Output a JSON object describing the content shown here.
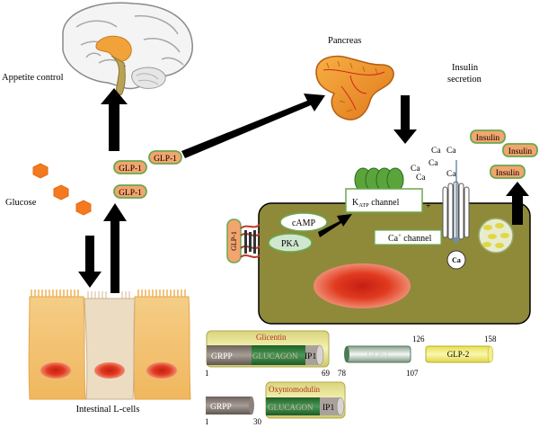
{
  "labels": {
    "appetite_control": "Appetite control",
    "pancreas": "Pancreas",
    "insulin_secretion_line1": "Insulin",
    "insulin_secretion_line2": "secretion",
    "glucose": "Glucose",
    "intestinal_l_cells": "Intestinal L-cells"
  },
  "glp1_badges": [
    "GLP-1",
    "GLP-1",
    "GLP-1"
  ],
  "insulin_badges": [
    "Insulin",
    "Insulin",
    "Insulin"
  ],
  "ca_ions": [
    "Ca",
    "Ca",
    "Ca",
    "Ca",
    "Ca",
    "Ca"
  ],
  "beta_cell": {
    "receptor_label": "GLP-1",
    "camp": "cAMP",
    "pka": "PKA",
    "katp_prefix": "K",
    "katp_sub": "ATP",
    "katp_suffix": " channel",
    "plus": "+",
    "ca_channel_prefix": "Ca",
    "ca_channel_sup": "+",
    "ca_channel_suffix": " channel",
    "ca_bubble": "Ca"
  },
  "proglucagon": {
    "glicentin": "Glicentin",
    "grpp": "GRPP",
    "glucagon": "GLUCAGON",
    "ip1": "IP1",
    "num_1": "1",
    "num_69": "69",
    "glp1_segment": "GLP-1",
    "num_78": "78",
    "num_107": "107",
    "num_126": "126",
    "glp2": "GLP-2",
    "num_158": "158",
    "oxyntomodulin": "Oxyntomodulin",
    "grpp2": "GRPP",
    "glucagon2": "GLUCAGON",
    "ip1_2": "IP1",
    "num_1b": "1",
    "num_30": "30"
  },
  "colors": {
    "beta_cell_fill": "#8e8a3a",
    "nucleus": "#e13a1f",
    "glp1_badge": "#f3a56f",
    "badge_border": "#6aa84f",
    "hexagon": "#f47a20",
    "arrow": "#000000",
    "glicentin_bar": "#e6e39a",
    "glp2_bar": "#f2ea6a",
    "glucagon_segment": "#2f7d3a"
  }
}
